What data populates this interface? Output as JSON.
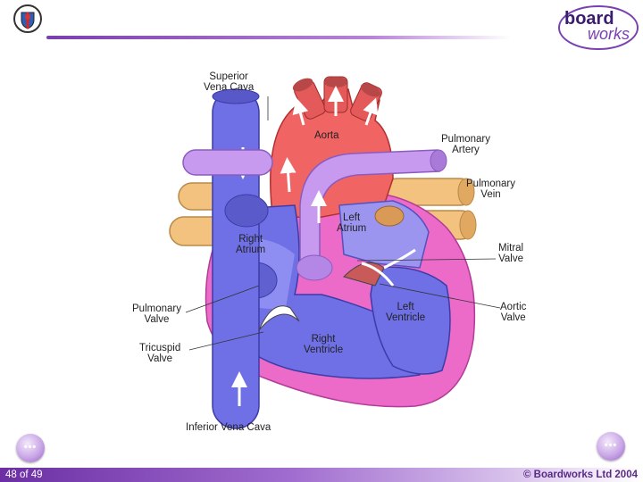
{
  "header": {
    "brand_line1": "board",
    "brand_line2": "works"
  },
  "labels": {
    "svc": "Superior\nVena Cava",
    "aorta": "Aorta",
    "pa": "Pulmonary\nArtery",
    "pv": "Pulmonary\nVein",
    "la": "Left\nAtrium",
    "ra": "Right\nAtrium",
    "mitral": "Mitral\nValve",
    "pulm_valve": "Pulmonary\nValve",
    "lv": "Left\nVentricle",
    "aortic": "Aortic\nValve",
    "tricuspid": "Tricuspid\nValve",
    "rv": "Right\nVentricle",
    "ivc": "Inferior Vena Cava"
  },
  "footer": {
    "page": "48 of 49",
    "copyright": "© Boardworks Ltd 2004"
  },
  "colors": {
    "deoxygenated": "#6f6fe6",
    "oxygenated": "#f06464",
    "muscle": "#ec6bc8",
    "pulmonary_vein": "#f2c27e",
    "pulmonary_artery": "#c79af0",
    "accent": "#7a3fb0"
  }
}
